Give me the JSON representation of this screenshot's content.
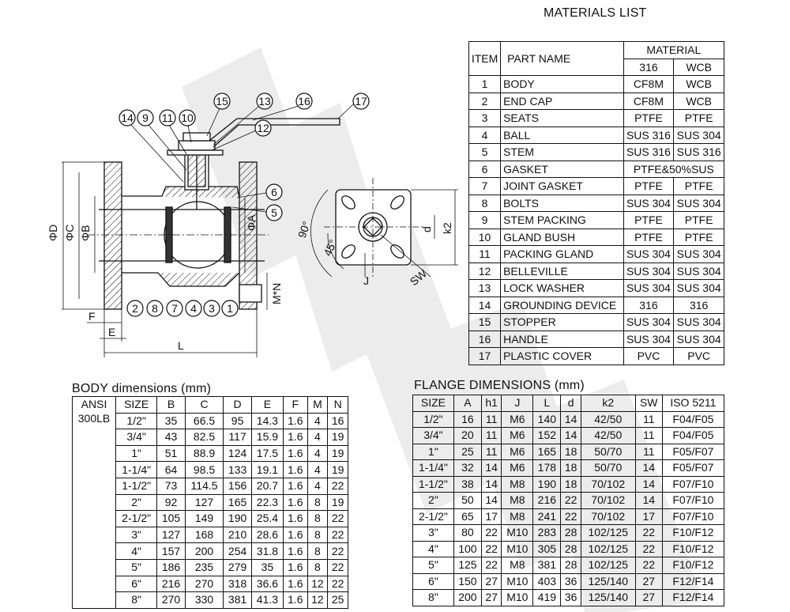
{
  "materials": {
    "title": "MATERIALS LIST",
    "header": {
      "item": "ITEM",
      "part_name": "PART NAME",
      "material": "MATERIAL",
      "col_316": "316",
      "col_wcb": "WCB"
    },
    "rows": [
      {
        "item": "1",
        "part": "BODY",
        "m316": "CF8M",
        "wcb": "WCB"
      },
      {
        "item": "2",
        "part": "END CAP",
        "m316": "CF8M",
        "wcb": "WCB"
      },
      {
        "item": "3",
        "part": "SEATS",
        "m316": "PTFE",
        "wcb": "PTFE"
      },
      {
        "item": "4",
        "part": "BALL",
        "m316": "SUS 316",
        "wcb": "SUS 304"
      },
      {
        "item": "5",
        "part": "STEM",
        "m316": "SUS 316",
        "wcb": "SUS 316"
      },
      {
        "item": "6",
        "part": "GASKET",
        "merged": "PTFE&50%SUS"
      },
      {
        "item": "7",
        "part": "JOINT GASKET",
        "m316": "PTFE",
        "wcb": "PTFE"
      },
      {
        "item": "8",
        "part": "BOLTS",
        "m316": "SUS 304",
        "wcb": "SUS 304"
      },
      {
        "item": "9",
        "part": "STEM PACKING",
        "m316": "PTFE",
        "wcb": "PTFE"
      },
      {
        "item": "10",
        "part": "GLAND BUSH",
        "m316": "PTFE",
        "wcb": "PTFE"
      },
      {
        "item": "11",
        "part": "PACKING GLAND",
        "m316": "SUS 304",
        "wcb": "SUS 304"
      },
      {
        "item": "12",
        "part": "BELLEVILLE",
        "m316": "SUS 304",
        "wcb": "SUS 304"
      },
      {
        "item": "13",
        "part": "LOCK WASHER",
        "m316": "SUS 304",
        "wcb": "SUS 304"
      },
      {
        "item": "14",
        "part": "GROUNDING DEVICE",
        "m316": "316",
        "wcb": "316"
      },
      {
        "item": "15",
        "part": "STOPPER",
        "m316": "SUS 304",
        "wcb": "SUS 304"
      },
      {
        "item": "16",
        "part": "HANDLE",
        "m316": "SUS 304",
        "wcb": "SUS 304"
      },
      {
        "item": "17",
        "part": "PLASTIC COVER",
        "m316": "PVC",
        "wcb": "PVC"
      }
    ]
  },
  "body_dims": {
    "title": "BODY dimensions (mm)",
    "class_label": "ANSI 300LB",
    "headers": [
      "SIZE",
      "B",
      "C",
      "D",
      "E",
      "F",
      "M",
      "N"
    ],
    "rows": [
      [
        "1/2\"",
        "35",
        "66.5",
        "95",
        "14.3",
        "1.6",
        "4",
        "16"
      ],
      [
        "3/4\"",
        "43",
        "82.5",
        "117",
        "15.9",
        "1.6",
        "4",
        "19"
      ],
      [
        "1\"",
        "51",
        "88.9",
        "124",
        "17.5",
        "1.6",
        "4",
        "19"
      ],
      [
        "1-1/4\"",
        "64",
        "98.5",
        "133",
        "19.1",
        "1.6",
        "4",
        "19"
      ],
      [
        "1-1/2\"",
        "73",
        "114.5",
        "156",
        "20.7",
        "1.6",
        "4",
        "22"
      ],
      [
        "2\"",
        "92",
        "127",
        "165",
        "22.3",
        "1.6",
        "8",
        "19"
      ],
      [
        "2-1/2\"",
        "105",
        "149",
        "190",
        "25.4",
        "1.6",
        "8",
        "22"
      ],
      [
        "3\"",
        "127",
        "168",
        "210",
        "28.6",
        "1.6",
        "8",
        "22"
      ],
      [
        "4\"",
        "157",
        "200",
        "254",
        "31.8",
        "1.6",
        "8",
        "22"
      ],
      [
        "5\"",
        "186",
        "235",
        "279",
        "35",
        "1.6",
        "8",
        "22"
      ],
      [
        "6\"",
        "216",
        "270",
        "318",
        "36.6",
        "1.6",
        "12",
        "22"
      ],
      [
        "8\"",
        "270",
        "330",
        "381",
        "41.3",
        "1.6",
        "12",
        "25"
      ]
    ]
  },
  "flange_dims": {
    "title": "FLANGE DIMENSIONS (mm)",
    "headers": [
      "SIZE",
      "A",
      "h1",
      "J",
      "L",
      "d",
      "k2",
      "SW",
      "ISO 5211"
    ],
    "rows": [
      [
        "1/2\"",
        "16",
        "11",
        "M6",
        "140",
        "14",
        "42/50",
        "11",
        "F04/F05"
      ],
      [
        "3/4\"",
        "20",
        "11",
        "M6",
        "152",
        "14",
        "42/50",
        "11",
        "F04/F05"
      ],
      [
        "1\"",
        "25",
        "11",
        "M6",
        "165",
        "18",
        "50/70",
        "11",
        "F05/F07"
      ],
      [
        "1-1/4\"",
        "32",
        "14",
        "M6",
        "178",
        "18",
        "50/70",
        "14",
        "F05/F07"
      ],
      [
        "1-1/2\"",
        "38",
        "14",
        "M8",
        "190",
        "18",
        "70/102",
        "14",
        "F07/F10"
      ],
      [
        "2\"",
        "50",
        "14",
        "M8",
        "216",
        "22",
        "70/102",
        "14",
        "F07/F10"
      ],
      [
        "2-1/2\"",
        "65",
        "17",
        "M8",
        "241",
        "22",
        "70/102",
        "17",
        "F07/F10"
      ],
      [
        "3\"",
        "80",
        "22",
        "M10",
        "283",
        "28",
        "102/125",
        "22",
        "F10/F12"
      ],
      [
        "4\"",
        "100",
        "22",
        "M10",
        "305",
        "28",
        "102/125",
        "22",
        "F10/F12"
      ],
      [
        "5\"",
        "125",
        "22",
        "M8",
        "381",
        "28",
        "102/125",
        "22",
        "F10/F12"
      ],
      [
        "6\"",
        "150",
        "27",
        "M10",
        "403",
        "36",
        "125/140",
        "27",
        "F12/F14"
      ],
      [
        "8\"",
        "200",
        "27",
        "M10",
        "419",
        "36",
        "125/140",
        "27",
        "F12/F14"
      ]
    ]
  },
  "drawing": {
    "callouts": [
      "1",
      "2",
      "3",
      "4",
      "5",
      "6",
      "7",
      "8",
      "9",
      "10",
      "11",
      "12",
      "13",
      "14",
      "15",
      "16",
      "17"
    ],
    "dims": {
      "D": "ΦD",
      "C": "ΦC",
      "B": "ΦB",
      "A": "ΦA",
      "F": "F",
      "E": "E",
      "L": "L",
      "MN": "M*N",
      "angle90": "90°",
      "angle45": "45°",
      "d": "d",
      "k2": "k2",
      "J": "J",
      "SW": "SW"
    }
  }
}
